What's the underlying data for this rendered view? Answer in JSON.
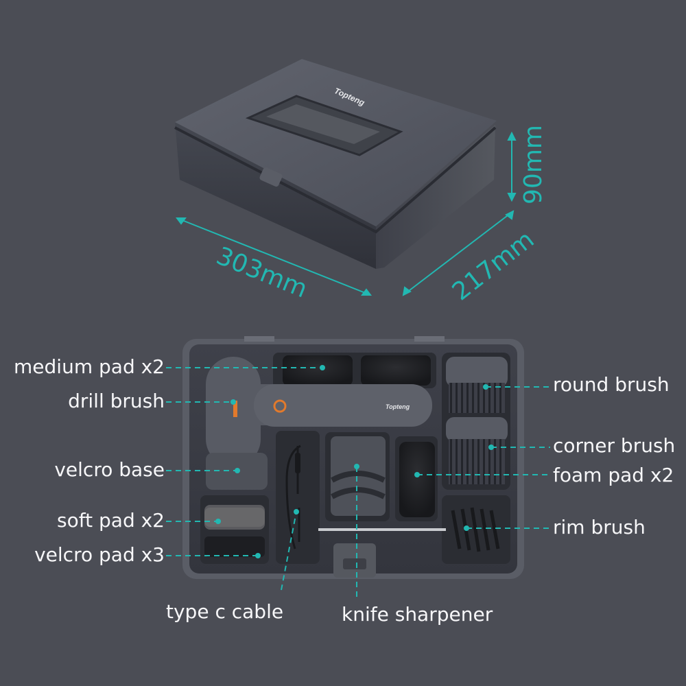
{
  "colors": {
    "background": "#4b4d55",
    "accent": "#22b8b2",
    "box_body": "#3a3c45",
    "label_text": "#f7f7f9"
  },
  "box": {
    "brand": "Topteng"
  },
  "dimensions": {
    "length": "303mm",
    "width": "217mm",
    "height": "90mm"
  },
  "labels": {
    "left": {
      "medium_pad": "medium pad x2",
      "drill_brush": "drill brush",
      "velcro_base": "velcro base",
      "soft_pad": "soft pad x2",
      "velcro_pad": "velcro pad x3"
    },
    "right": {
      "round_brush": "round brush",
      "corner_brush": "corner brush",
      "foam_pad": "foam pad x2",
      "rim_brush": "rim brush"
    },
    "bottom": {
      "type_c_cable": "type c cable",
      "knife_sharpener": "knife sharpener"
    }
  }
}
